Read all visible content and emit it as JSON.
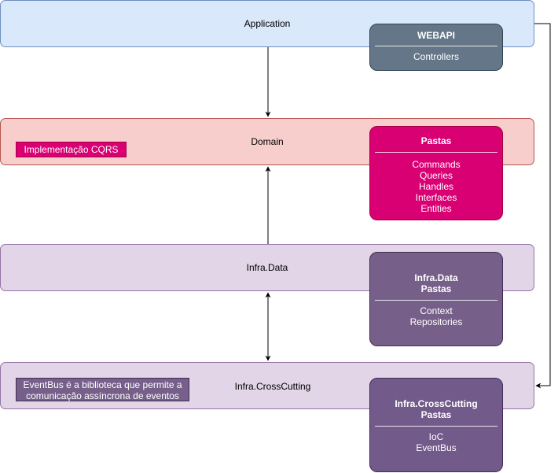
{
  "layers": {
    "application": "Application",
    "domain": "Domain",
    "infra_data": "Infra.Data",
    "infra_crosscutting": "Infra.CrossCutting"
  },
  "cards": {
    "webapi": {
      "title": "WEBAPI",
      "items": [
        "Controllers"
      ]
    },
    "domain": {
      "title": "Pastas",
      "items": [
        "Commands",
        "Queries",
        "Handles",
        "Interfaces",
        "Entities"
      ]
    },
    "infra_data": {
      "title_lines": [
        "Infra.Data",
        "Pastas"
      ],
      "items": [
        "Context",
        "Repositories"
      ]
    },
    "infra_crosscutting": {
      "title_lines": [
        "Infra.CrossCutting",
        "Pastas"
      ],
      "items": [
        "IoC",
        "EventBus"
      ]
    }
  },
  "notes": {
    "cqrs": "Implementação CQRS",
    "eventbus_line1": "EventBus é a biblioteca que permite a",
    "eventbus_line2": "comunicação assíncrona de eventos"
  },
  "colors": {
    "application_fill": "#dae8fc",
    "application_stroke": "#6c8ebf",
    "domain_fill": "#f8cecc",
    "domain_stroke": "#b85450",
    "infra_fill": "#e1d5e7",
    "infra_stroke": "#9673a6",
    "webapi_card": "#647687",
    "domain_card": "#d80073",
    "infra_card": "#76608a",
    "crosscutting_card": "#725a8a"
  }
}
